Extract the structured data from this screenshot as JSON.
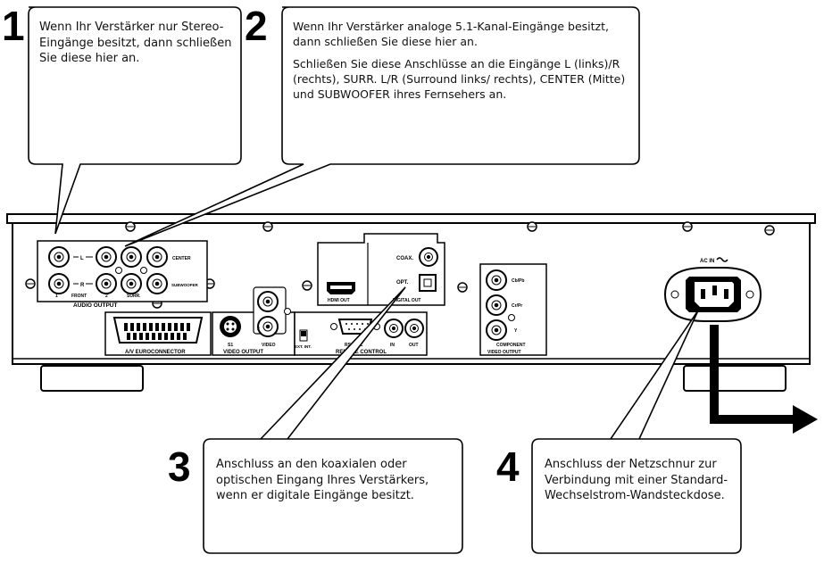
{
  "callouts": [
    {
      "number": "1",
      "paragraphs": [
        "Wenn Ihr Verstärker nur Stereo-Eingänge besitzt, dann schließen Sie diese hier an."
      ]
    },
    {
      "number": "2",
      "paragraphs": [
        "Wenn Ihr Verstärker analoge 5.1-Kanal-Eingänge besitzt, dann schließen Sie diese hier an.",
        "Schließen Sie diese Anschlüsse an die Eingänge L (links)/R (rechts), SURR. L/R (Surround links/ rechts), CENTER (Mitte) und SUBWOOFER ihres Fernsehers an."
      ]
    },
    {
      "number": "3",
      "paragraphs": [
        "Anschluss an den koaxialen oder optischen Eingang Ihres Verstärkers, wenn er digitale Eingänge besitzt."
      ]
    },
    {
      "number": "4",
      "paragraphs": [
        "Anschluss der Netzschnur zur Verbindung mit einer Standard-Wechselstrom-Wandsteckdose."
      ]
    }
  ],
  "panel_labels": {
    "audio_output": "AUDIO OUTPUT",
    "front": "FRONT",
    "surr": "SURR.",
    "center": "CENTER",
    "subwoofer": "SUBWOOFER",
    "l": "L",
    "r": "R",
    "hdmi_out": "HDMI OUT",
    "coax": "COAX.",
    "opt": "OPT.",
    "digital_out": "DIGITAL OUT",
    "av_euroconnector": "A/V EUROCONNECTOR",
    "s1": "S1",
    "video": "VIDEO",
    "video_output": "VIDEO OUTPUT",
    "ext_int": "EXT. INT.",
    "rs232c": "RS-232C",
    "remote_control": "REMOTE CONTROL",
    "in": "IN",
    "out": "OUT",
    "cb_pb": "Cb/Pb",
    "cr_pr": "Cr/Pr",
    "y": "Y",
    "component": "COMPONENT",
    "comp_video_output": "VIDEO OUTPUT",
    "ac_in": "AC IN",
    "one": "1",
    "two": "2"
  }
}
